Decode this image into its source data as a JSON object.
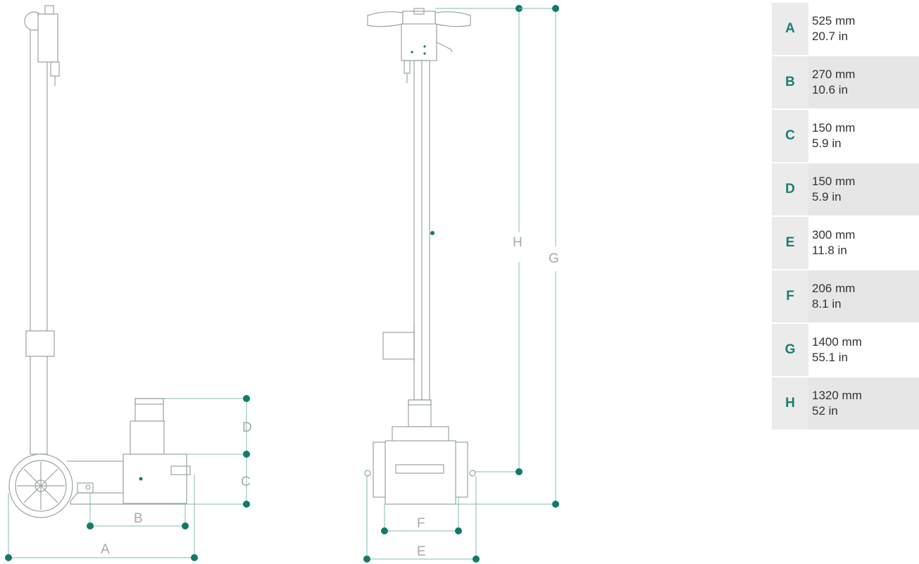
{
  "accent_color": "#127a68",
  "label_color": "#1a7d74",
  "diagram": {
    "side_view": {
      "labels": {
        "A": "A",
        "B": "B",
        "C": "C",
        "D": "D"
      }
    },
    "front_view": {
      "labels": {
        "E": "E",
        "F": "F",
        "G": "G",
        "H": "H"
      }
    }
  },
  "specs": [
    {
      "letter": "A",
      "mm": "525 mm",
      "in": "20.7 in"
    },
    {
      "letter": "B",
      "mm": "270 mm",
      "in": "10.6 in"
    },
    {
      "letter": "C",
      "mm": "150 mm",
      "in": "5.9 in"
    },
    {
      "letter": "D",
      "mm": "150 mm",
      "in": "5.9 in"
    },
    {
      "letter": "E",
      "mm": "300 mm",
      "in": "11.8 in"
    },
    {
      "letter": "F",
      "mm": "206 mm",
      "in": "8.1 in"
    },
    {
      "letter": "G",
      "mm": "1400 mm",
      "in": "55.1 in"
    },
    {
      "letter": "H",
      "mm": "1320 mm",
      "in": "52 in"
    }
  ]
}
